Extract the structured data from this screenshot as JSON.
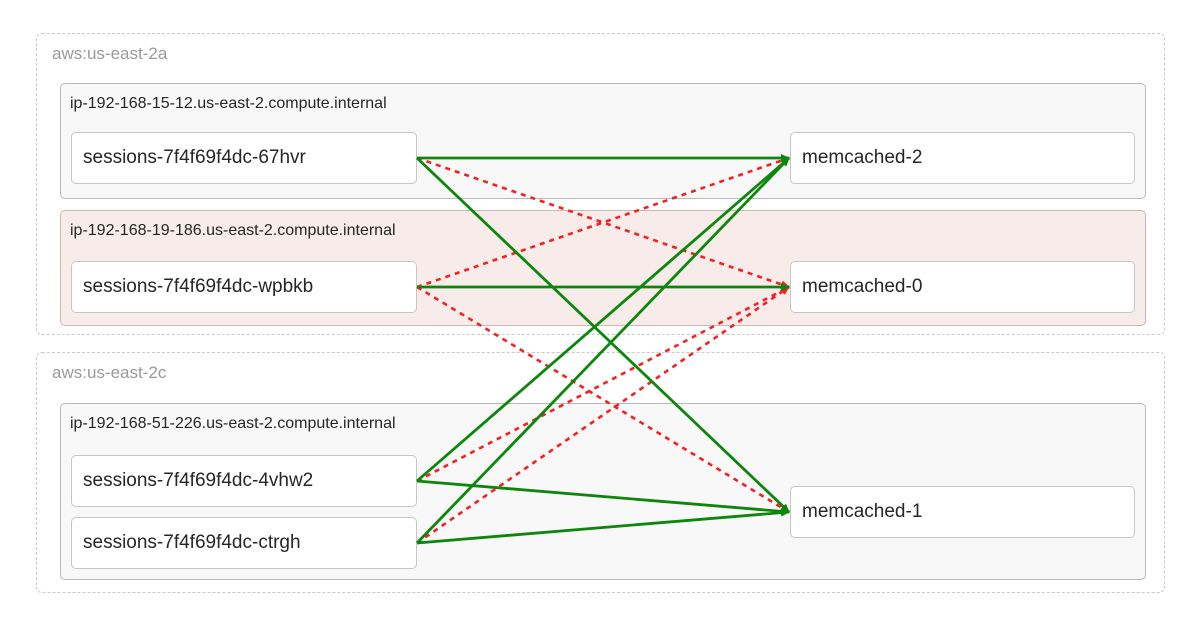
{
  "zones": [
    {
      "label": "aws:us-east-2a",
      "hosts": [
        {
          "name": "ip-192-168-15-12.us-east-2.compute.internal",
          "highlighted": false,
          "pods": [
            {
              "name": "sessions-7f4f69f4dc-67hvr",
              "role": "client"
            },
            {
              "name": "memcached-2",
              "role": "server"
            }
          ]
        },
        {
          "name": "ip-192-168-19-186.us-east-2.compute.internal",
          "highlighted": true,
          "pods": [
            {
              "name": "sessions-7f4f69f4dc-wpbkb",
              "role": "client"
            },
            {
              "name": "memcached-0",
              "role": "server"
            }
          ]
        }
      ]
    },
    {
      "label": "aws:us-east-2c",
      "hosts": [
        {
          "name": "ip-192-168-51-226.us-east-2.compute.internal",
          "highlighted": false,
          "pods": [
            {
              "name": "sessions-7f4f69f4dc-4vhw2",
              "role": "client"
            },
            {
              "name": "sessions-7f4f69f4dc-ctrgh",
              "role": "client"
            },
            {
              "name": "memcached-1",
              "role": "server"
            }
          ]
        }
      ]
    }
  ],
  "edges": [
    {
      "from": "sessions-7f4f69f4dc-67hvr",
      "to": "memcached-0",
      "status": "blocked"
    },
    {
      "from": "sessions-7f4f69f4dc-wpbkb",
      "to": "memcached-2",
      "status": "blocked"
    },
    {
      "from": "sessions-7f4f69f4dc-wpbkb",
      "to": "memcached-1",
      "status": "blocked"
    },
    {
      "from": "sessions-7f4f69f4dc-4vhw2",
      "to": "memcached-0",
      "status": "blocked"
    },
    {
      "from": "sessions-7f4f69f4dc-ctrgh",
      "to": "memcached-0",
      "status": "blocked"
    },
    {
      "from": "sessions-7f4f69f4dc-67hvr",
      "to": "memcached-2",
      "status": "connected"
    },
    {
      "from": "sessions-7f4f69f4dc-67hvr",
      "to": "memcached-1",
      "status": "connected"
    },
    {
      "from": "sessions-7f4f69f4dc-wpbkb",
      "to": "memcached-0",
      "status": "connected"
    },
    {
      "from": "sessions-7f4f69f4dc-4vhw2",
      "to": "memcached-2",
      "status": "connected"
    },
    {
      "from": "sessions-7f4f69f4dc-4vhw2",
      "to": "memcached-1",
      "status": "connected"
    },
    {
      "from": "sessions-7f4f69f4dc-ctrgh",
      "to": "memcached-2",
      "status": "connected"
    },
    {
      "from": "sessions-7f4f69f4dc-ctrgh",
      "to": "memcached-1",
      "status": "connected"
    }
  ],
  "colors": {
    "connection_ok": "#0c870c",
    "connection_blocked": "#f52121",
    "zone_border": "#c9c9c9",
    "zone_label": "#9a9a9a",
    "host_bg": "#f8f8f8",
    "host_border": "#b9b9b9",
    "highlight_host_bg": "#f7ecea",
    "highlight_host_border": "#c9b8b4",
    "pod_bg": "#ffffff",
    "pod_border": "#c6c6c6",
    "text": "#262626"
  }
}
